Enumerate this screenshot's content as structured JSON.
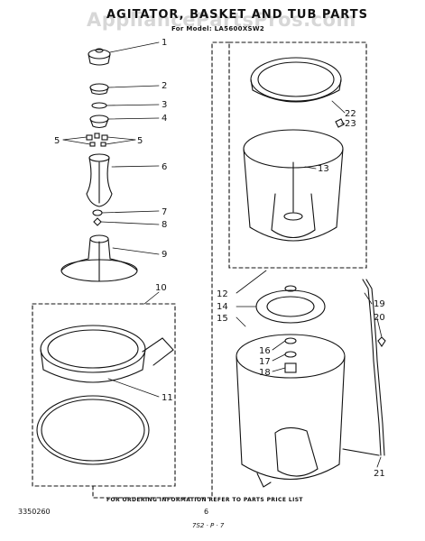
{
  "header": {
    "title": "AGITATOR, BASKET AND TUB PARTS",
    "subtitle": "For Model: LA5600XSW2",
    "watermark": "AppliancePartsPros.com"
  },
  "callouts": [
    "1",
    "2",
    "3",
    "4",
    "5",
    "5",
    "6",
    "7",
    "8",
    "9",
    "10",
    "11",
    "12",
    "13",
    "14",
    "15",
    "16",
    "17",
    "18",
    "19",
    "20",
    "21",
    "22",
    "23"
  ],
  "footer": {
    "note": "FOR ORDERING INFORMATION REFER TO PARTS PRICE LIST",
    "doc_number": "3350260",
    "page": "6",
    "page_code": "7S2 · P · 7"
  }
}
